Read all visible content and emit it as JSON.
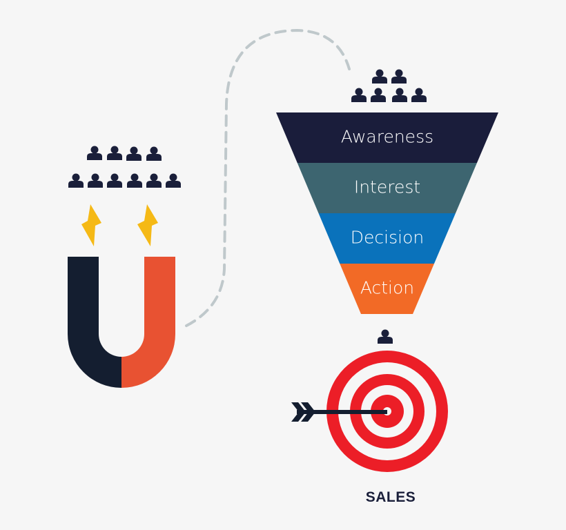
{
  "funnel": {
    "stages": [
      {
        "label": "Awareness",
        "color": "#1a1d3b"
      },
      {
        "label": "Interest",
        "color": "#3d6570"
      },
      {
        "label": "Decision",
        "color": "#0a72bb"
      },
      {
        "label": "Action",
        "color": "#f26a26"
      }
    ]
  },
  "target": {
    "label": "SALES",
    "ring_color": "#ec1e27",
    "arrow_color": "#141e30"
  },
  "magnet": {
    "left_color": "#141e30",
    "right_color": "#e85232"
  },
  "colors": {
    "people": "#1a1f3a",
    "lightning": "#f5b916",
    "dashed_path": "#bfc8cb",
    "background": "#f6f6f6"
  },
  "icons": [
    "person-icon",
    "lightning-icon",
    "magnet-icon",
    "target-icon",
    "arrow-icon"
  ]
}
